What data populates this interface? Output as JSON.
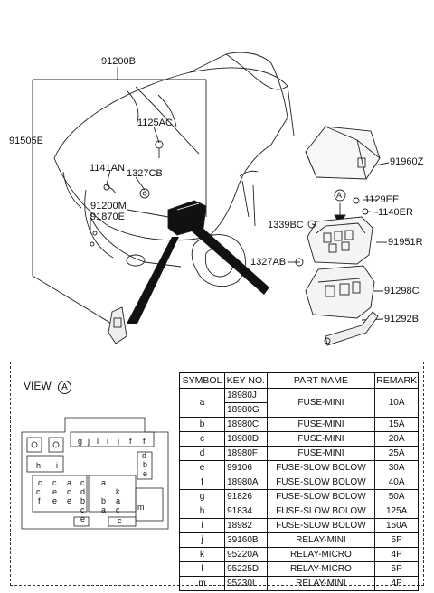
{
  "top_diagram": {
    "callouts": {
      "p91200B": "91200B",
      "p91505E": "91505E",
      "p1125AC": "1125AC",
      "p1141AN": "1141AN",
      "p1327CB": "1327CB",
      "p91200M": "91200M",
      "p91870E": "91870E",
      "p91960Z": "91960Z",
      "p1129EE": "1129EE",
      "p1140ER": "1140ER",
      "p1339BC": "1339BC",
      "p91951R": "91951R",
      "p1327AB": "1327AB",
      "p91298C": "91298C",
      "p91292B": "91292B",
      "view_marker": "A"
    }
  },
  "view_panel": {
    "title": "VIEW",
    "marker": "A",
    "slot_letters": [
      "g",
      "j",
      "l",
      "i",
      "j",
      "f",
      "f",
      "d",
      "h",
      "i",
      "b",
      "e",
      "c",
      "c",
      "a",
      "c",
      "c",
      "e",
      "d",
      "a",
      "k",
      "c",
      "f",
      "e",
      "e",
      "b",
      "b",
      "a",
      "c",
      "a",
      "c",
      "m",
      "e",
      "c"
    ]
  },
  "parts_table": {
    "headers": [
      "SYMBOL",
      "KEY NO.",
      "PART NAME",
      "REMARK"
    ],
    "rows": [
      {
        "symbol": "a",
        "keys": [
          "18980J",
          "18980G"
        ],
        "name": "FUSE-MINI",
        "remark": "10A"
      },
      {
        "symbol": "b",
        "keys": [
          "18980C"
        ],
        "name": "FUSE-MINI",
        "remark": "15A"
      },
      {
        "symbol": "c",
        "keys": [
          "18980D"
        ],
        "name": "FUSE-MINI",
        "remark": "20A"
      },
      {
        "symbol": "d",
        "keys": [
          "18980F"
        ],
        "name": "FUSE-MINI",
        "remark": "25A"
      },
      {
        "symbol": "e",
        "keys": [
          "99106"
        ],
        "name": "FUSE-SLOW BOLOW",
        "remark": "30A"
      },
      {
        "symbol": "f",
        "keys": [
          "18980A"
        ],
        "name": "FUSE-SLOW BOLOW",
        "remark": "40A"
      },
      {
        "symbol": "g",
        "keys": [
          "91826"
        ],
        "name": "FUSE-SLOW BOLOW",
        "remark": "50A"
      },
      {
        "symbol": "h",
        "keys": [
          "91834"
        ],
        "name": "FUSE-SLOW BOLOW",
        "remark": "125A"
      },
      {
        "symbol": "i",
        "keys": [
          "18982"
        ],
        "name": "FUSE-SLOW BOLOW",
        "remark": "150A"
      },
      {
        "symbol": "j",
        "keys": [
          "39160B"
        ],
        "name": "RELAY-MINI",
        "remark": "5P"
      },
      {
        "symbol": "k",
        "keys": [
          "95220A"
        ],
        "name": "RELAY-MICRO",
        "remark": "4P"
      },
      {
        "symbol": "l",
        "keys": [
          "95225D"
        ],
        "name": "RELAY-MICRO",
        "remark": "5P"
      },
      {
        "symbol": "m",
        "keys": [
          "95230I"
        ],
        "name": "RELAY-MINI",
        "remark": "4P"
      }
    ]
  }
}
